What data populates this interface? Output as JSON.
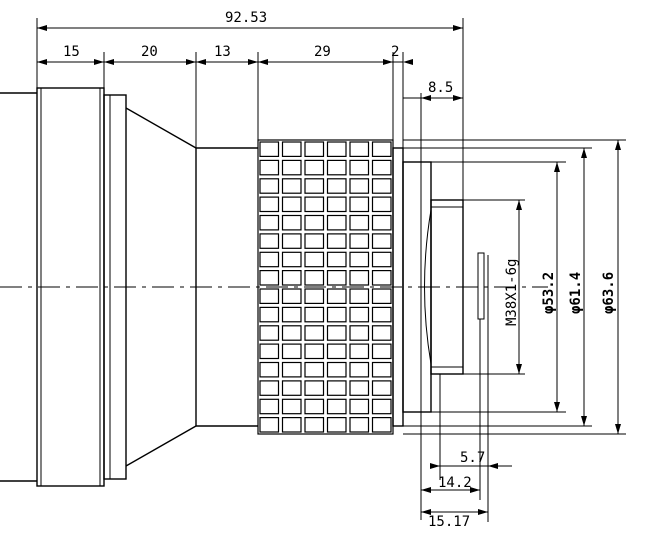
{
  "dimensions": {
    "overall_length": "92.53",
    "seg1": "15",
    "seg2": "20",
    "seg3": "13",
    "seg4": "29",
    "seg5": "2",
    "flange": "8.5",
    "d_5_7": "5.7",
    "d_14_2": "14.2",
    "d_15_17": "15.17"
  },
  "vertical": {
    "thread": "M38X1-6g",
    "dia_53_2": "φ53.2",
    "dia_61_4": "φ61.4",
    "dia_63_6": "φ63.6"
  },
  "colors": {
    "ink": "#000000",
    "paper": "#ffffff"
  }
}
